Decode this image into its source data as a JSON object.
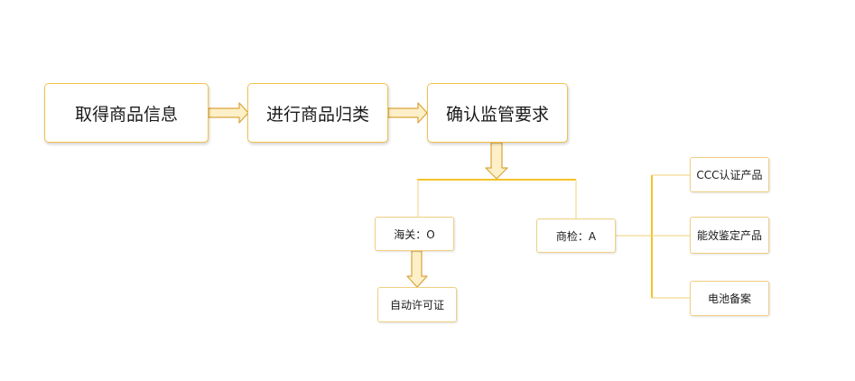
{
  "nodes": {
    "get_info": "取得商品信息",
    "classify": "进行商品归类",
    "confirm": "确认监管要求",
    "customs": "海关：O",
    "auto_license": "自动许可证",
    "inspection": "商检：A",
    "ccc": "CCC认证产品",
    "energy": "能效鉴定产品",
    "battery": "电池备案"
  },
  "colors": {
    "border": "#f2c24a",
    "connector": "#f5c228",
    "arrow_fill": "#fdf0c8",
    "arrow_stroke": "#d9a43a",
    "thin_line": "#f5d890"
  }
}
